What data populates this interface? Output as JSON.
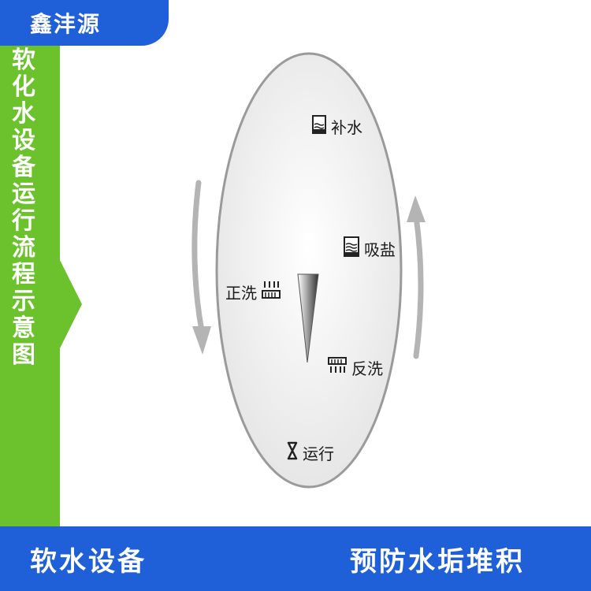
{
  "brand": {
    "name": "鑫沣源"
  },
  "side_title": {
    "chars": [
      "软",
      "化",
      "水",
      "设",
      "备",
      "运",
      "行",
      "流",
      "程",
      "示",
      "意",
      "图"
    ]
  },
  "diagram": {
    "nodes": {
      "refill": "补水",
      "brine": "吸盐",
      "backwash": "反洗",
      "service": "运行",
      "rinse": "正洗"
    }
  },
  "footer": {
    "left_label": "软水设备",
    "right_label": "预防水垢堆积"
  },
  "colors": {
    "brand_blue": "#1f5fd8",
    "side_green": "#6cc22c",
    "circle_fill": "#ececec",
    "circle_stroke": "#9a9a9a",
    "arrow_gray": "#b4b4b4"
  }
}
